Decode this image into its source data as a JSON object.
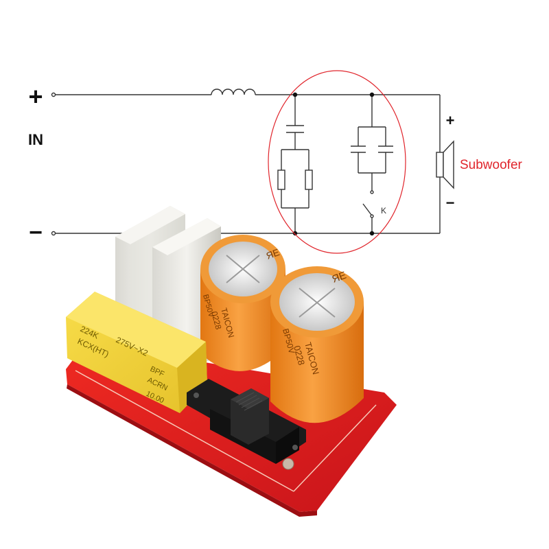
{
  "schematic": {
    "input_label": "IN",
    "positive_sign": "+",
    "negative_sign": "−",
    "speaker_positive": "+",
    "speaker_negative": "−",
    "switch_label": "K",
    "speaker_label": "Subwoofer",
    "highlight_color": "#e0242b",
    "label_color": "#e0242b",
    "wire_color": "#333333"
  },
  "board": {
    "pcb_color": "#e01e1e",
    "film_capacitor_color": "#ecebe5",
    "x2_capacitor_color": "#f4d437",
    "electrolytic_color": "#f5891e",
    "x2_capacitor_text": [
      "224K",
      "275V~X2",
      "KCX(HT)",
      "BPF",
      "ACRN",
      "10.00"
    ],
    "electrolytic_text": [
      "TAICON",
      "0228",
      "BP50V"
    ],
    "electrolytic_top_mark": "ЯЕ"
  }
}
